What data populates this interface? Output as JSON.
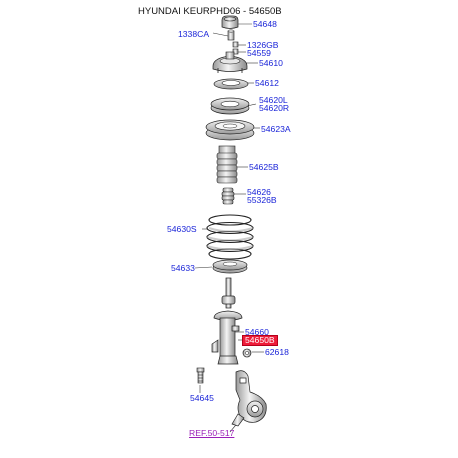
{
  "header": {
    "title": "HYUNDAI KEURPHD06 - 54650B"
  },
  "parts": {
    "p54648": "54648",
    "p1338ca": "1338CA",
    "p1326gb": "1326GB",
    "p54559": "54559",
    "p54610": "54610",
    "p54612": "54612",
    "p54620l": "54620L",
    "p54620r": "54620R",
    "p54623a": "54623A",
    "p54625b": "54625B",
    "p54626": "54626",
    "p55326b": "55326B",
    "p54630s": "54630S",
    "p54633": "54633",
    "p54660": "54660",
    "p54650b": "54650B",
    "p62618": "62618",
    "p54645": "54645"
  },
  "reference": {
    "label": "REF.50-517"
  },
  "colors": {
    "part_label": "#1a24d8",
    "highlight_fill": "#ee1c3a",
    "highlight_text": "#ffffff",
    "reference": "#9b1fb8",
    "line": "#222222"
  }
}
